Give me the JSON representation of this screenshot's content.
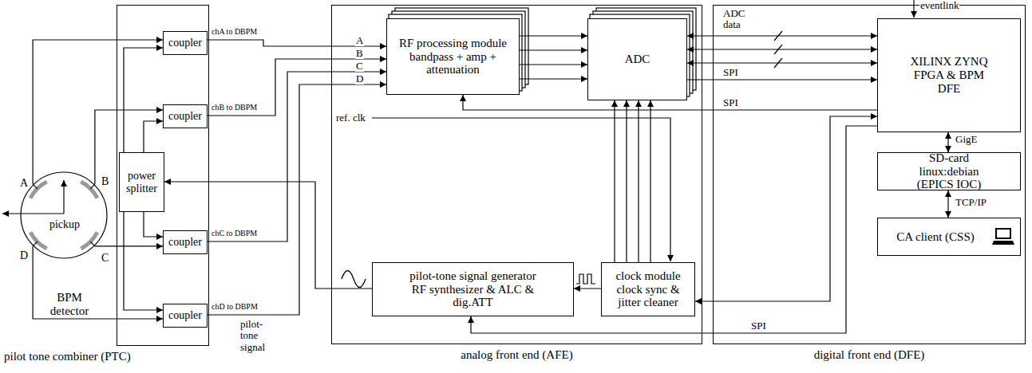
{
  "diagram": {
    "nodes": [
      {
        "text": [
          "pilot tone combiner (PTC)"
        ]
      },
      {
        "text": [
          "coupler"
        ],
        "in": 0
      },
      {
        "text": [
          "coupler"
        ],
        "in": 0
      },
      {
        "text": [
          "power splitter"
        ],
        "in": 0
      },
      {
        "text": [
          "coupler"
        ],
        "in": 0
      },
      {
        "text": [
          "coupler"
        ],
        "in": 0
      },
      {
        "text": [
          "pickup",
          "BPM detector"
        ]
      },
      {
        "text": [
          "analog front end (AFE)"
        ]
      },
      {
        "text": [
          "RF processing module",
          "bandpass + amp + attenuation"
        ],
        "in": 7
      },
      {
        "text": [
          "ADC"
        ],
        "in": 7
      },
      {
        "text": [
          "pilot-tone signal generator",
          "RF synthesizer & ALC & dig.ATT"
        ],
        "in": 7
      },
      {
        "text": [
          "clock module",
          "clock sync & jitter cleaner"
        ],
        "in": 7
      },
      {
        "text": [
          "digital front end (DFE)"
        ]
      },
      {
        "text": [
          "XILINX ZYNQ FPGA & BPM DFE"
        ],
        "in": 12
      },
      {
        "text": [
          "SD-card linux:debian (EPICS IOC)"
        ],
        "in": 12
      },
      {
        "text": [
          "CA client (CSS)"
        ],
        "in": 12
      }
    ],
    "edges": [
      {
        "from": 6,
        "to": 1,
        "arrow": "to"
      },
      {
        "from": 6,
        "to": 2,
        "arrow": "to"
      },
      {
        "from": 6,
        "to": 4,
        "arrow": "to"
      },
      {
        "from": 6,
        "to": 5,
        "arrow": "to"
      },
      {
        "from": 3,
        "to": 1,
        "arrow": "to"
      },
      {
        "from": 3,
        "to": 2,
        "arrow": "to"
      },
      {
        "from": 3,
        "to": 4,
        "arrow": "to"
      },
      {
        "from": 3,
        "to": 5,
        "arrow": "to"
      },
      {
        "from": 1,
        "to": 8,
        "arrow": "to",
        "label": "A"
      },
      {
        "from": 2,
        "to": 8,
        "arrow": "to",
        "label": "B"
      },
      {
        "from": 4,
        "to": 8,
        "arrow": "to",
        "label": "C"
      },
      {
        "from": 5,
        "to": 8,
        "arrow": "to",
        "label": "D"
      },
      {
        "from": 8,
        "to": 9,
        "arrow": "to"
      },
      {
        "from": 9,
        "to": 13,
        "arrow": "both",
        "label": "ADC data"
      },
      {
        "from": 9,
        "to": 13,
        "arrow": "to",
        "label": "SPI"
      },
      {
        "from": 13,
        "to": 8,
        "arrow": "to",
        "label": "SPI"
      },
      {
        "from": 11,
        "to": 13,
        "arrow": "both"
      },
      {
        "from": 13,
        "to": 10,
        "arrow": "to",
        "label": "SPI"
      },
      {
        "from": 11,
        "to": 9,
        "arrow": "to"
      },
      {
        "from": 11,
        "to": 10,
        "arrow": "to"
      },
      {
        "from": 10,
        "to": 3,
        "arrow": "to",
        "label": "pilot- tone signal"
      },
      {
        "from": 13,
        "to": 14,
        "arrow": "both",
        "label": "GigE"
      },
      {
        "from": 14,
        "to": 15,
        "arrow": "both",
        "label": "TCP/IP"
      }
    ],
    "labels": [
      "chA to DBPM",
      "chB to DBPM",
      "chC to DBPM",
      "chD to DBPM",
      "A",
      "B",
      "C",
      "D",
      "ref. clk",
      "eventlink"
    ]
  }
}
